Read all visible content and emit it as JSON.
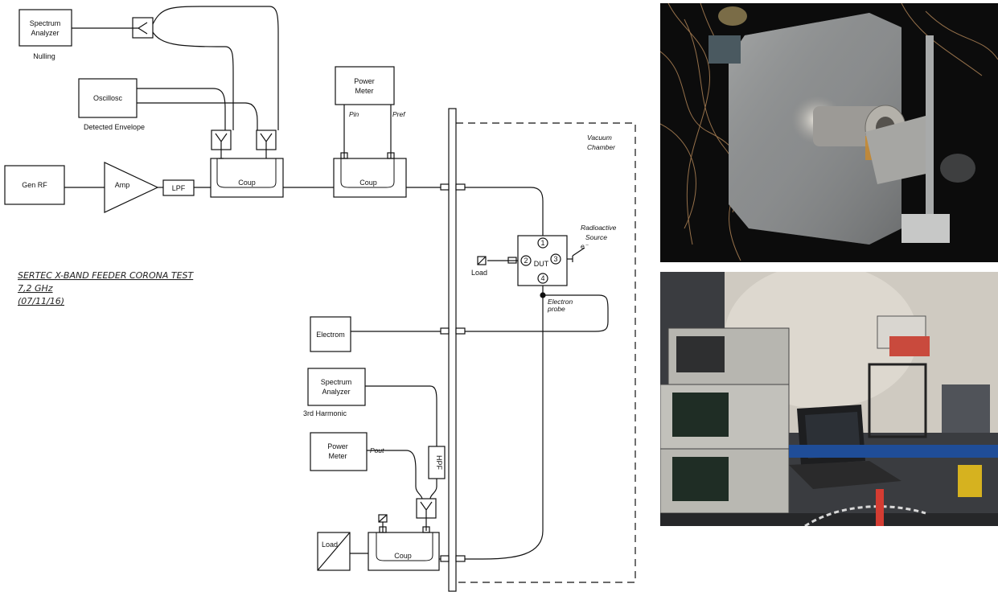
{
  "title": {
    "line1": "SERTEC X-BAND FEEDER CORONA TEST",
    "line2": "7,2 GHz",
    "line3": "(07/11/16)"
  },
  "blocks": {
    "spectrum_analyzer_top": [
      "Spectrum",
      "Analyzer"
    ],
    "nulling": "Nulling",
    "oscillosc": "Oscillosc",
    "detected_envelope": "Detected Envelope",
    "gen_rf": "Gen RF",
    "amp": "Amp",
    "lpf": "LPF",
    "coup": "Coup",
    "power_meter_top": [
      "Power",
      "Meter"
    ],
    "pin": "Pin",
    "pref": "Pref",
    "vacuum_chamber": [
      "Vacuum",
      "Chamber"
    ],
    "radioactive_source": [
      "Radioactive",
      "Source",
      "e⁻"
    ],
    "dut": "DUT",
    "ports": [
      "1",
      "2",
      "3",
      "4"
    ],
    "load": "Load",
    "electron_probe": [
      "Electron",
      "probe"
    ],
    "electrom": "Electrom",
    "spectrum_analyzer_bottom": [
      "Spectrum",
      "Analyzer"
    ],
    "third_harmonic": "3rd Harmonic",
    "power_meter_bottom": [
      "Power",
      "Meter"
    ],
    "pout": "Pout",
    "hpf": "HPF"
  }
}
